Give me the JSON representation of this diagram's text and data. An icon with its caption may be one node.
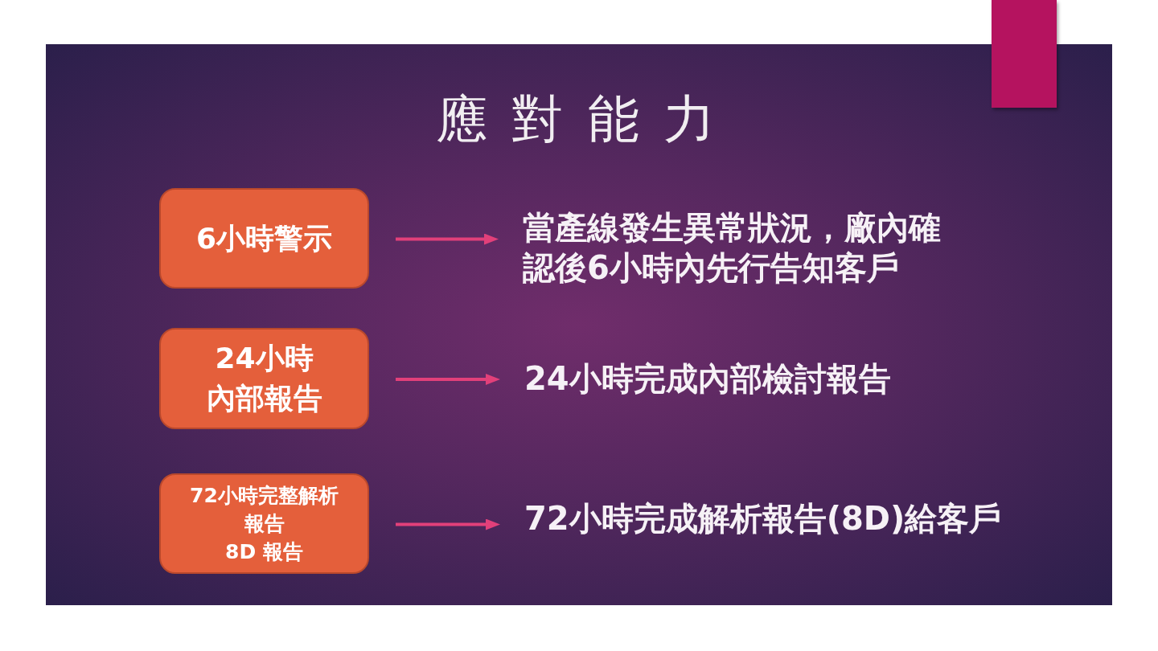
{
  "diagram": {
    "title": "應 對 能 力",
    "nodes": [
      {
        "text": [
          "6小時警示"
        ]
      },
      {
        "text": [
          "24小時",
          "內部報告"
        ]
      },
      {
        "text": [
          "72小時完整解析報告",
          "8D 報告"
        ]
      },
      {
        "text": [
          "當產線發生異常狀況，廠內確認後6小時內先行告知客戶"
        ]
      },
      {
        "text": [
          "24小時完成內部檢討報告"
        ]
      },
      {
        "text": [
          "72小時完成解析報告(8D)給客戶"
        ]
      }
    ],
    "edges": [
      {
        "from": 0,
        "to": 3,
        "arrow": "to"
      },
      {
        "from": 1,
        "to": 4,
        "arrow": "to"
      },
      {
        "from": 2,
        "to": 5,
        "arrow": "to"
      }
    ]
  }
}
